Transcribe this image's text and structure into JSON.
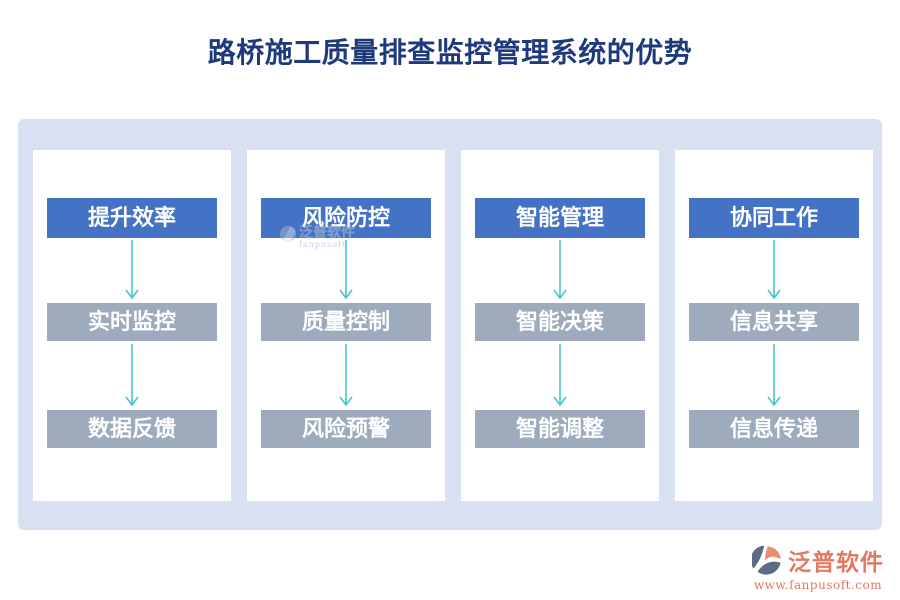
{
  "title": "路桥施工质量排查监控管理系统的优势",
  "columns": [
    {
      "header": "提升效率",
      "items": [
        "实时监控",
        "数据反馈"
      ]
    },
    {
      "header": "风险防控",
      "items": [
        "质量控制",
        "风险预警"
      ]
    },
    {
      "header": "智能管理",
      "items": [
        "智能决策",
        "智能调整"
      ]
    },
    {
      "header": "协同工作",
      "items": [
        "信息共享",
        "信息传递"
      ]
    }
  ],
  "watermark": {
    "brand": "泛普软件",
    "subtext": "fanpusoft"
  },
  "footer": {
    "brand": "泛普软件",
    "url": "www.fanpusoft.com"
  },
  "colors": {
    "title_text": "#1e3a7c",
    "panel_background": "#d9e0f2",
    "card_background": "#ffffff",
    "header_box": "#4472c4",
    "item_box": "#9dabbc",
    "box_text": "#ffffff",
    "arrow": "#49c3cd",
    "brand_accent": "#e07a61",
    "logo_slate": "#5d6c86",
    "logo_salmon": "#ea8d72"
  }
}
